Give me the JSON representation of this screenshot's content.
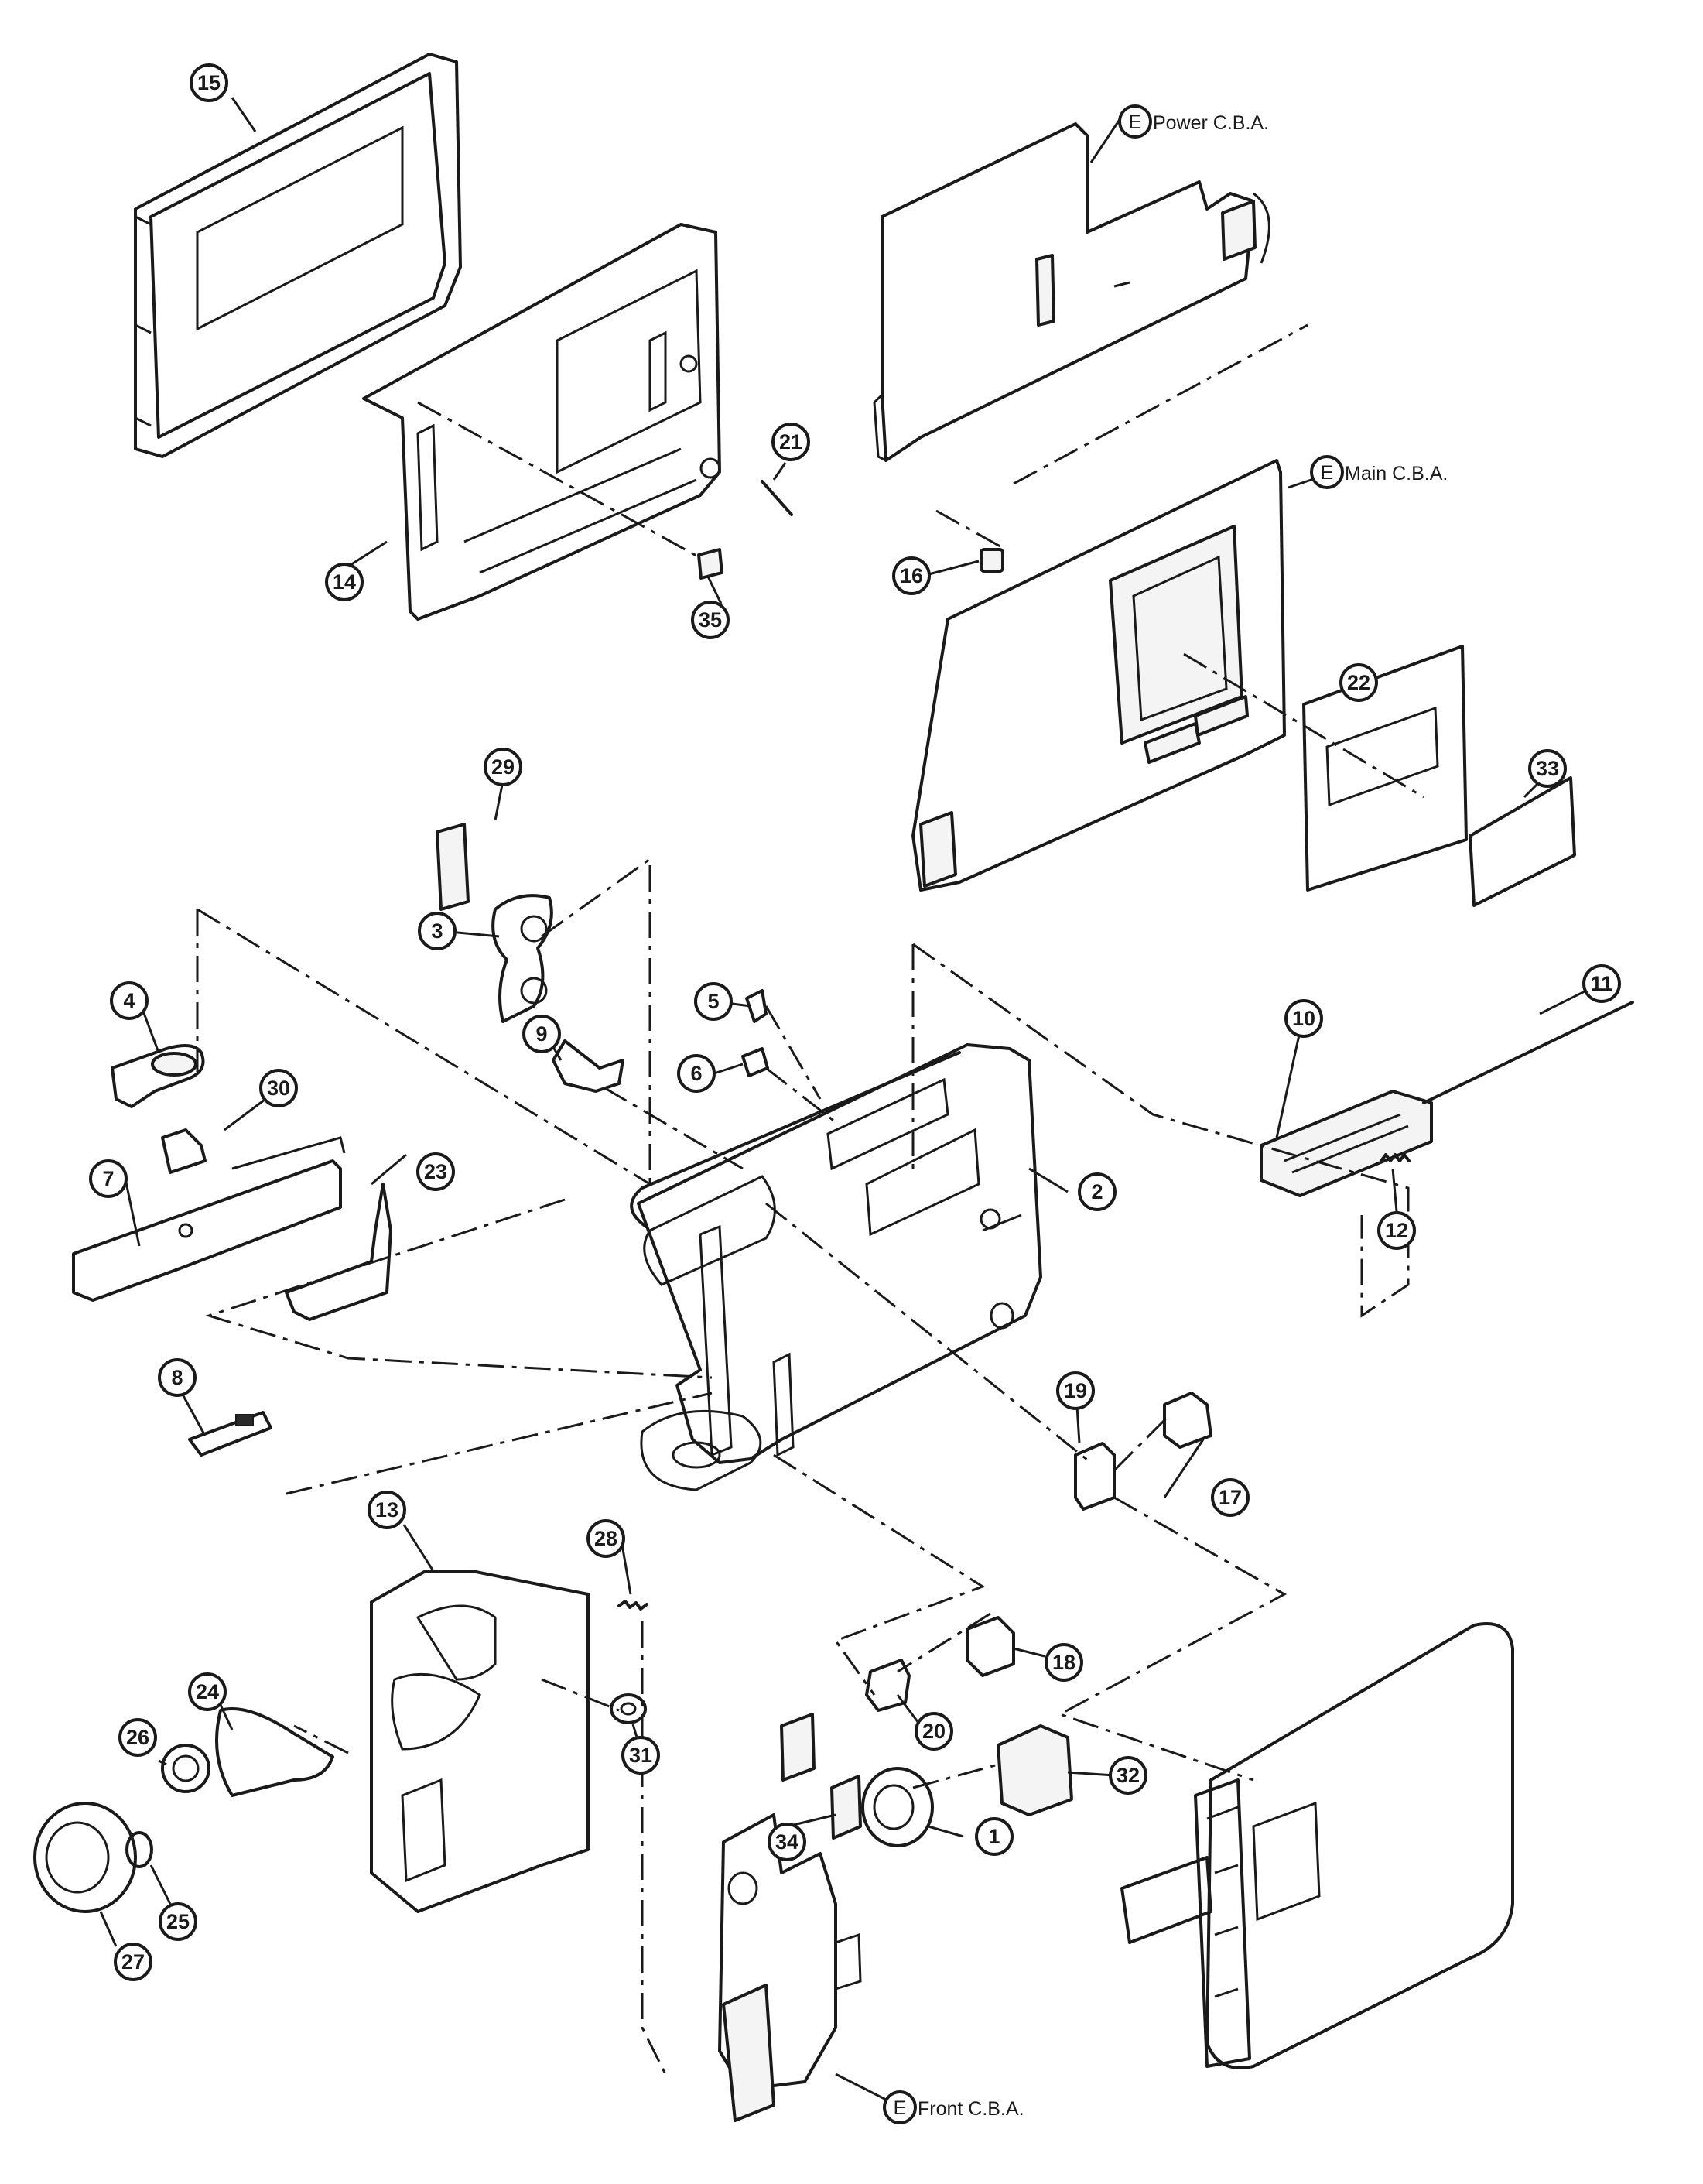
{
  "callouts": [
    {
      "id": "c1",
      "label": "1"
    },
    {
      "id": "c2",
      "label": "2"
    },
    {
      "id": "c3",
      "label": "3"
    },
    {
      "id": "c4",
      "label": "4"
    },
    {
      "id": "c5",
      "label": "5"
    },
    {
      "id": "c6",
      "label": "6"
    },
    {
      "id": "c7",
      "label": "7"
    },
    {
      "id": "c8",
      "label": "8"
    },
    {
      "id": "c9",
      "label": "9"
    },
    {
      "id": "c10",
      "label": "10"
    },
    {
      "id": "c11",
      "label": "11"
    },
    {
      "id": "c12",
      "label": "12"
    },
    {
      "id": "c13",
      "label": "13"
    },
    {
      "id": "c14",
      "label": "14"
    },
    {
      "id": "c15",
      "label": "15"
    },
    {
      "id": "c16",
      "label": "16"
    },
    {
      "id": "c17",
      "label": "17"
    },
    {
      "id": "c18",
      "label": "18"
    },
    {
      "id": "c19",
      "label": "19"
    },
    {
      "id": "c20",
      "label": "20"
    },
    {
      "id": "c21",
      "label": "21"
    },
    {
      "id": "c22",
      "label": "22"
    },
    {
      "id": "c23",
      "label": "23"
    },
    {
      "id": "c24",
      "label": "24"
    },
    {
      "id": "c25",
      "label": "25"
    },
    {
      "id": "c26",
      "label": "26"
    },
    {
      "id": "c27",
      "label": "27"
    },
    {
      "id": "c28",
      "label": "28"
    },
    {
      "id": "c29",
      "label": "29"
    },
    {
      "id": "c30",
      "label": "30"
    },
    {
      "id": "c31",
      "label": "31"
    },
    {
      "id": "c32",
      "label": "32"
    },
    {
      "id": "c33",
      "label": "33"
    },
    {
      "id": "c34",
      "label": "34"
    },
    {
      "id": "c35",
      "label": "35"
    }
  ],
  "boards": {
    "power": {
      "marker": "E",
      "name": "Power C.B.A."
    },
    "main": {
      "marker": "E",
      "name": "Main C.B.A."
    },
    "front": {
      "marker": "E",
      "name": "Front C.B.A."
    }
  }
}
